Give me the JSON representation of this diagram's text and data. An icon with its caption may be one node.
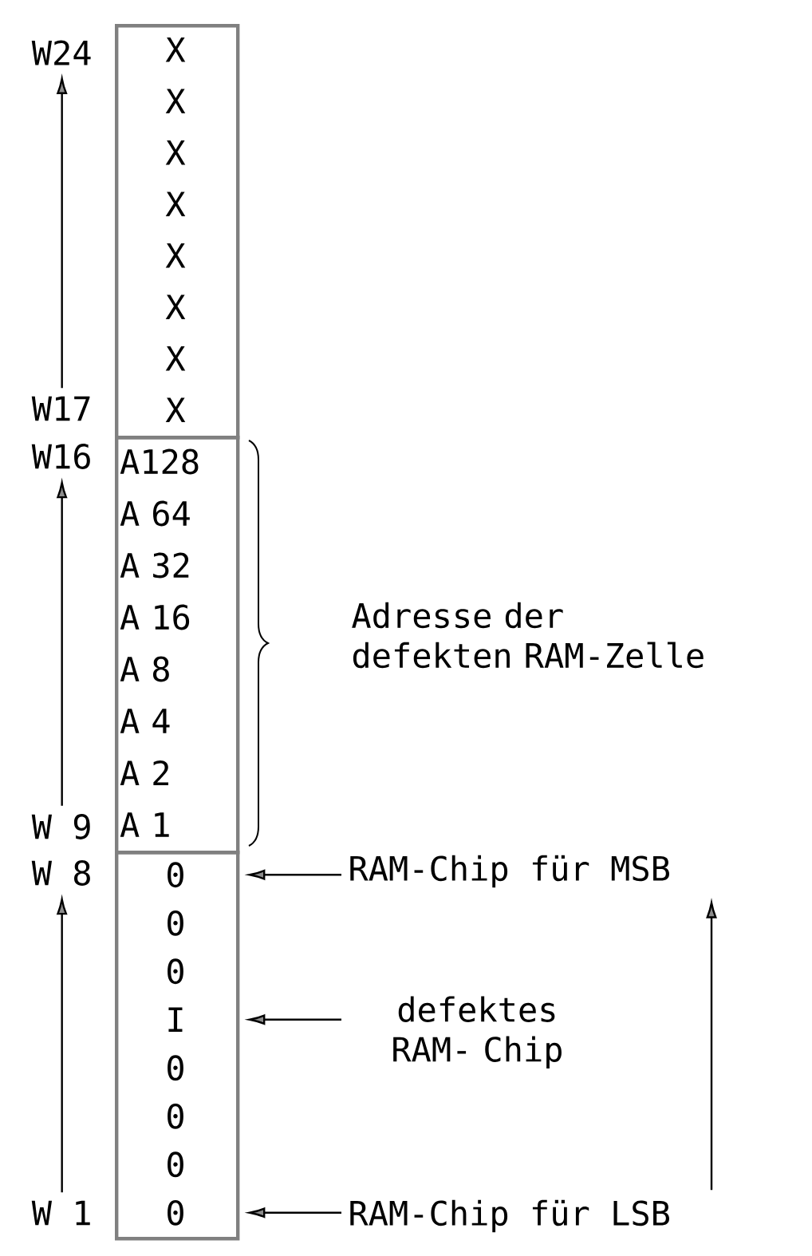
{
  "diagram": {
    "nodes": [
      {
        "text": [],
        "shape": "box"
      },
      {
        "text": [
          "X"
        ],
        "in": 0
      },
      {
        "text": [
          "X"
        ],
        "in": 0
      },
      {
        "text": [
          "X"
        ],
        "in": 0
      },
      {
        "text": [
          "X"
        ],
        "in": 0
      },
      {
        "text": [
          "X"
        ],
        "in": 0
      },
      {
        "text": [
          "X"
        ],
        "in": 0
      },
      {
        "text": [
          "X"
        ],
        "in": 0
      },
      {
        "text": [
          "X"
        ],
        "in": 0
      },
      {
        "text": [],
        "shape": "box"
      },
      {
        "text": [
          "A128"
        ],
        "in": 9
      },
      {
        "text": [
          "A 64"
        ],
        "in": 9
      },
      {
        "text": [
          "A 32"
        ],
        "in": 9
      },
      {
        "text": [
          "A 16"
        ],
        "in": 9
      },
      {
        "text": [
          "A 8"
        ],
        "in": 9
      },
      {
        "text": [
          "A 4"
        ],
        "in": 9
      },
      {
        "text": [
          "A 2"
        ],
        "in": 9
      },
      {
        "text": [
          "A 1"
        ],
        "in": 9
      },
      {
        "text": [],
        "shape": "box"
      },
      {
        "text": [
          "0"
        ],
        "in": 18
      },
      {
        "text": [
          "0"
        ],
        "in": 18
      },
      {
        "text": [
          "0"
        ],
        "in": 18
      },
      {
        "text": [
          "I"
        ],
        "in": 18
      },
      {
        "text": [
          "0"
        ],
        "in": 18
      },
      {
        "text": [
          "0"
        ],
        "in": 18
      },
      {
        "text": [
          "0"
        ],
        "in": 18
      },
      {
        "text": [
          "0"
        ],
        "in": 18
      },
      {
        "text": [
          "W24"
        ]
      },
      {
        "text": [
          "W17"
        ]
      },
      {
        "text": [
          "W16"
        ]
      },
      {
        "text": [
          "W 9"
        ]
      },
      {
        "text": [
          "W 8"
        ]
      },
      {
        "text": [
          "W 1"
        ]
      },
      {
        "text": [
          "RAM-Chip für MSB"
        ]
      },
      {
        "text": [
          "defektes RAM- Chip"
        ]
      },
      {
        "text": [
          "RAM-Chip für LSB"
        ]
      }
    ],
    "edges": [
      {
        "from": 28,
        "to": 27,
        "arrow": "to"
      },
      {
        "from": 30,
        "to": 29,
        "arrow": "to"
      },
      {
        "from": 32,
        "to": 31,
        "arrow": "to"
      },
      {
        "from": 33,
        "to": 19,
        "arrow": "to"
      },
      {
        "from": 34,
        "to": 22,
        "arrow": "to"
      },
      {
        "from": 35,
        "to": 26,
        "arrow": "to"
      },
      {
        "from": 35,
        "to": 33,
        "arrow": "to"
      }
    ],
    "labels": [
      "Adresse der defekten RAM-Zelle"
    ]
  }
}
